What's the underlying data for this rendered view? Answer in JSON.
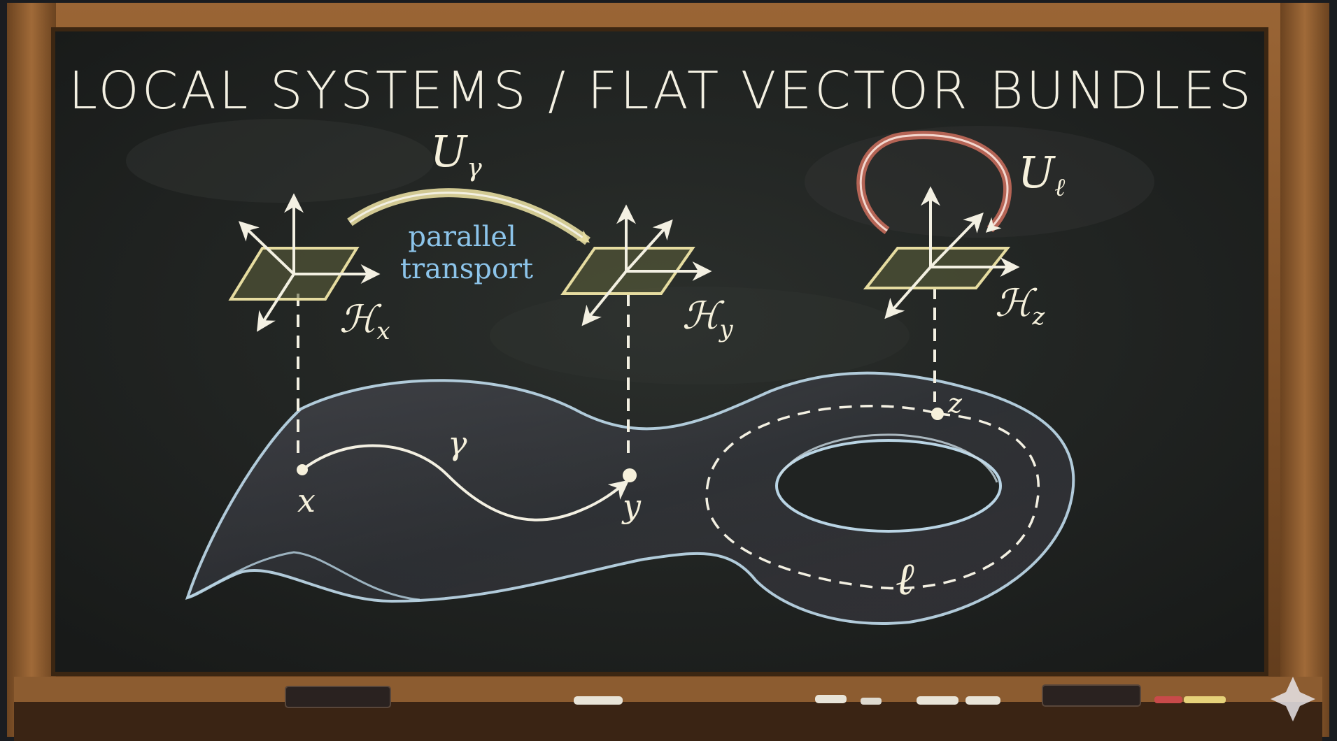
{
  "title": "LOCAL SYSTEMS / FLAT VECTOR BUNDLES",
  "transport_operator": {
    "symbol": "U",
    "subscript": "γ"
  },
  "transport_note": {
    "line1": "parallel",
    "line2": "transport"
  },
  "loop_operator": {
    "symbol": "U",
    "subscript": "ℓ"
  },
  "fibers": [
    {
      "symbol": "ℋ",
      "subscript": "x"
    },
    {
      "symbol": "ℋ",
      "subscript": "y"
    },
    {
      "symbol": "ℋ",
      "subscript": "z"
    }
  ],
  "points": {
    "x": "x",
    "y": "y",
    "z": "z"
  },
  "path_label": "γ",
  "loop_label": "ℓ",
  "colors": {
    "chalkboard": "#222523",
    "frame": "#8a5a2e",
    "chalk_white": "#f3f0e2",
    "chalk_yellow": "#d9c977",
    "chalk_blue": "#8cc4ea",
    "chalk_red": "#c46a5a",
    "surface_edge": "#b9d4e4"
  }
}
